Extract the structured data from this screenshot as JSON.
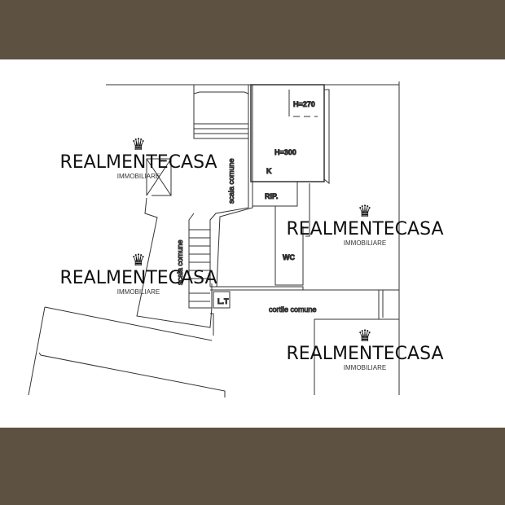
{
  "colors": {
    "band": "#5d5242",
    "line": "#333333"
  },
  "plan": {
    "labels": {
      "h270": "H=270",
      "h300": "H=300",
      "k": "K",
      "rip": "RIP.",
      "wc": "WC",
      "lt": "L.T",
      "cortile": "cortile comune",
      "scala1": "scala comune",
      "scala2": "scala comune"
    }
  },
  "watermark": {
    "brand": "REALMENTECASA",
    "sub": "IMMOBILIARE",
    "icon": "crown-icon"
  }
}
